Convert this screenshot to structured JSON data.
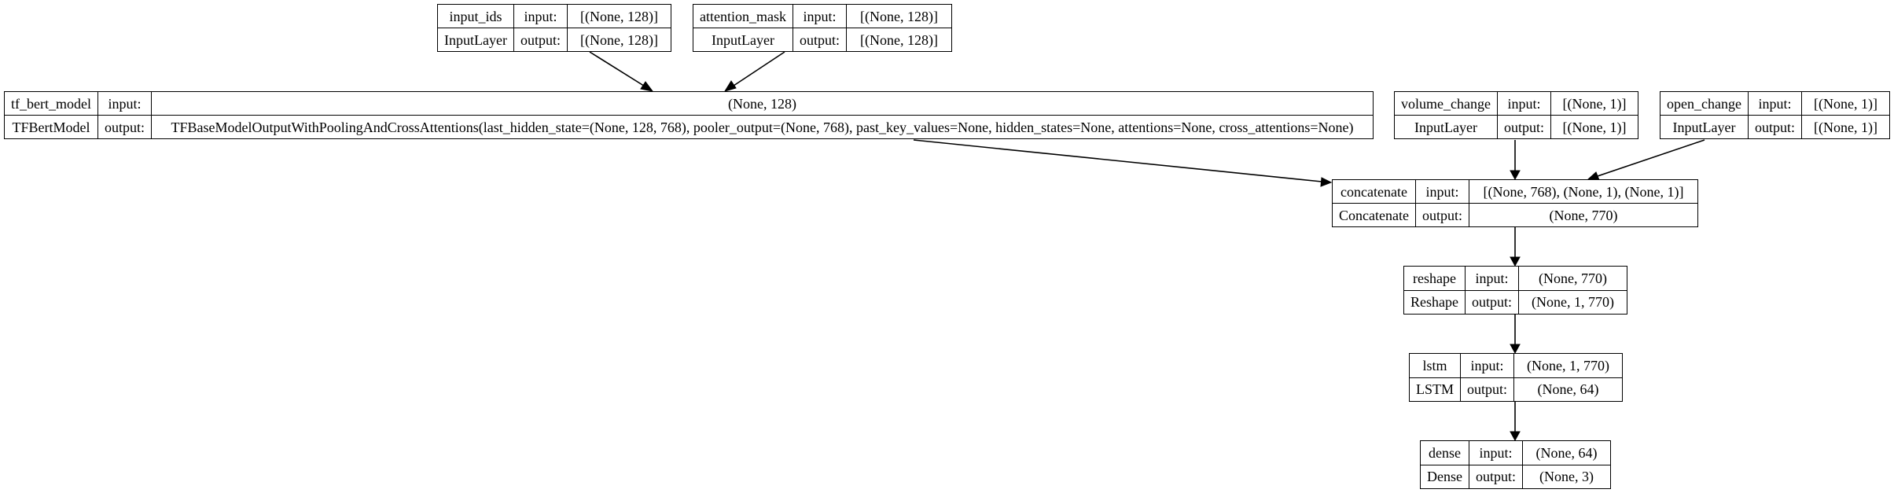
{
  "nodes": {
    "input_ids": {
      "name": "input_ids",
      "type": "InputLayer",
      "input_label": "input:",
      "output_label": "output:",
      "input": "[(None, 128)]",
      "output": "[(None, 128)]"
    },
    "attention_mask": {
      "name": "attention_mask",
      "type": "InputLayer",
      "input_label": "input:",
      "output_label": "output:",
      "input": "[(None, 128)]",
      "output": "[(None, 128)]"
    },
    "tf_bert_model": {
      "name": "tf_bert_model",
      "type": "TFBertModel",
      "input_label": "input:",
      "output_label": "output:",
      "input": "(None, 128)",
      "output": "TFBaseModelOutputWithPoolingAndCrossAttentions(last_hidden_state=(None, 128, 768), pooler_output=(None, 768), past_key_values=None, hidden_states=None, attentions=None, cross_attentions=None)"
    },
    "volume_change": {
      "name": "volume_change",
      "type": "InputLayer",
      "input_label": "input:",
      "output_label": "output:",
      "input": "[(None, 1)]",
      "output": "[(None, 1)]"
    },
    "open_change": {
      "name": "open_change",
      "type": "InputLayer",
      "input_label": "input:",
      "output_label": "output:",
      "input": "[(None, 1)]",
      "output": "[(None, 1)]"
    },
    "concatenate": {
      "name": "concatenate",
      "type": "Concatenate",
      "input_label": "input:",
      "output_label": "output:",
      "input": "[(None, 768), (None, 1), (None, 1)]",
      "output": "(None, 770)"
    },
    "reshape": {
      "name": "reshape",
      "type": "Reshape",
      "input_label": "input:",
      "output_label": "output:",
      "input": "(None, 770)",
      "output": "(None, 1, 770)"
    },
    "lstm": {
      "name": "lstm",
      "type": "LSTM",
      "input_label": "input:",
      "output_label": "output:",
      "input": "(None, 1, 770)",
      "output": "(None, 64)"
    },
    "dense": {
      "name": "dense",
      "type": "Dense",
      "input_label": "input:",
      "output_label": "output:",
      "input": "(None, 64)",
      "output": "(None, 3)"
    }
  },
  "edges": [
    {
      "from": "input_ids",
      "to": "tf_bert_model"
    },
    {
      "from": "attention_mask",
      "to": "tf_bert_model"
    },
    {
      "from": "tf_bert_model",
      "to": "concatenate"
    },
    {
      "from": "volume_change",
      "to": "concatenate"
    },
    {
      "from": "open_change",
      "to": "concatenate"
    },
    {
      "from": "concatenate",
      "to": "reshape"
    },
    {
      "from": "reshape",
      "to": "lstm"
    },
    {
      "from": "lstm",
      "to": "dense"
    }
  ]
}
